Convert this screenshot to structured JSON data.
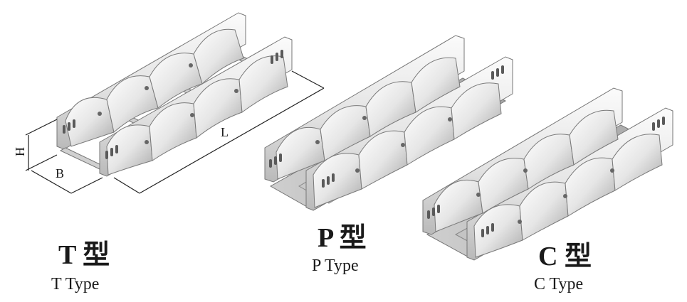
{
  "dimensions": {
    "height": "H",
    "width": "B",
    "length": "L"
  },
  "types": [
    {
      "id": "t",
      "cn": "T 型",
      "en": "T Type"
    },
    {
      "id": "p",
      "cn": "P 型",
      "en": "P Type"
    },
    {
      "id": "c",
      "cn": "C 型",
      "en": "C Type"
    }
  ],
  "colors": {
    "metal_light": "#f2f2f2",
    "metal_mid": "#d8d8d8",
    "metal_dark": "#9a9a9a",
    "edge": "#6f6f6f",
    "slot": "#5a5a5a",
    "floor": "#bdbdbd"
  }
}
